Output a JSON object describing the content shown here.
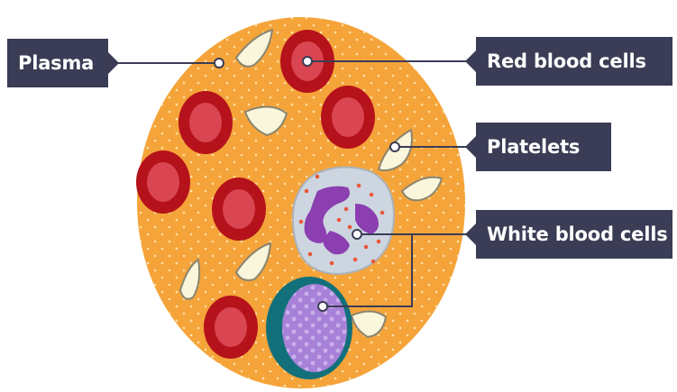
{
  "labels": {
    "plasma": "Plasma",
    "red_blood_cells": "Red blood cells",
    "platelets": "Platelets",
    "white_blood_cells": "White blood cells"
  },
  "colors": {
    "plasma": "#f5a43a",
    "red_cell_outer": "#b5121b",
    "red_cell_inner": "#d94550",
    "platelet_fill": "#faf6dc",
    "platelet_stroke": "#8a8570",
    "neutrophil_fill": "#cdd6e0",
    "neutrophil_nucleus": "#8b3fb0",
    "lymphocyte_ring": "#12707a",
    "lymphocyte_fill": "#a781d8",
    "label_bg": "#3b3c55",
    "label_text": "#ffffff",
    "leader_line": "#3b3c55"
  }
}
